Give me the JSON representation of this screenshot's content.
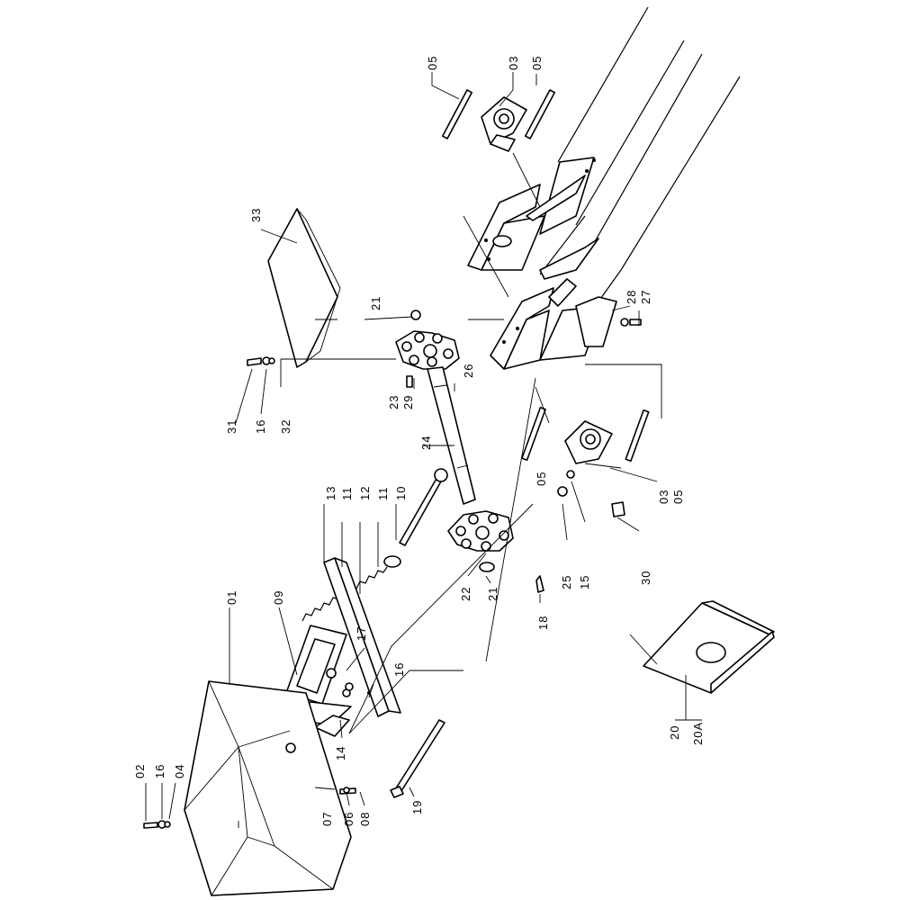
{
  "labels": {
    "c01": "01",
    "c02": "02",
    "c03a": "03",
    "c03b": "03",
    "c04": "04",
    "c05a": "05",
    "c05b": "05",
    "c05c": "05",
    "c05d": "05",
    "c06": "06",
    "c07": "07",
    "c08": "08",
    "c09": "09",
    "c10": "10",
    "c11a": "11",
    "c11b": "11",
    "c12": "12",
    "c13": "13",
    "c14": "14",
    "c15": "15",
    "c16a": "16",
    "c16b": "16",
    "c16c": "16",
    "c17": "17",
    "c18": "18",
    "c19": "19",
    "c20": "20",
    "c20a": "20A",
    "c21a": "21",
    "c21b": "21",
    "c22": "22",
    "c23": "23",
    "c24": "24",
    "c25": "25",
    "c26": "26",
    "c27": "27",
    "c28": "28",
    "c29": "29",
    "c30": "30",
    "c31": "31",
    "c32": "32",
    "c33": "33"
  }
}
